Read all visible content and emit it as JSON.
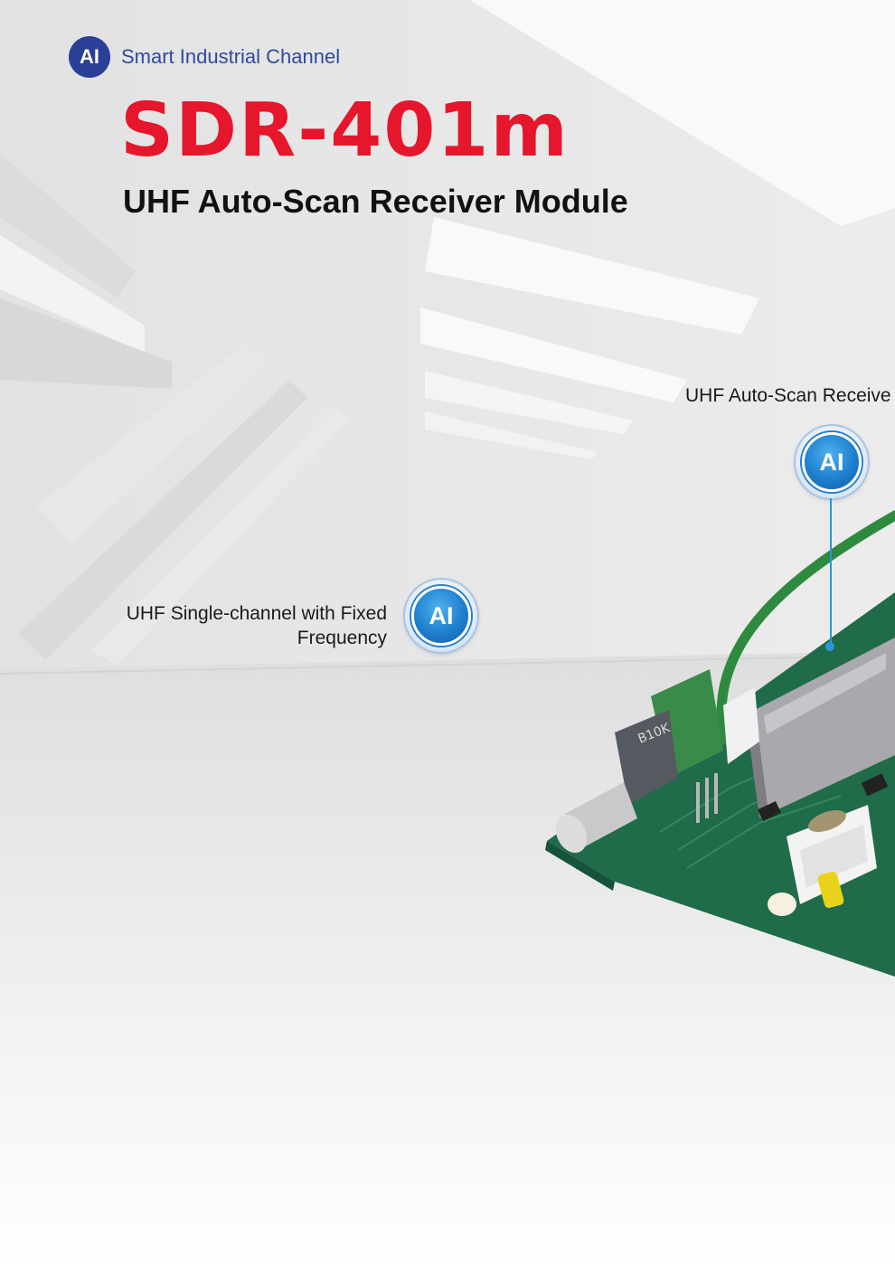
{
  "brand": {
    "logo_text": "AI",
    "channel_name": "Smart Industrial Channel"
  },
  "product": {
    "model": "SDR-401m",
    "subtitle": "UHF Auto-Scan Receiver Module"
  },
  "features": [
    {
      "label": "UHF Single-channel with Fixed Frequency",
      "badge_text": "AI"
    },
    {
      "label": "UHF Auto-Scan Receive",
      "badge_text": "AI"
    }
  ],
  "pcb": {
    "potentiometer_label": "B10K"
  },
  "colors": {
    "accent_red": "#e6162d",
    "brand_blue": "#2b3f96",
    "badge_blue": "#1e7fcf",
    "pcb_green": "#1f6b4a",
    "callout_line": "#2a98d8"
  }
}
